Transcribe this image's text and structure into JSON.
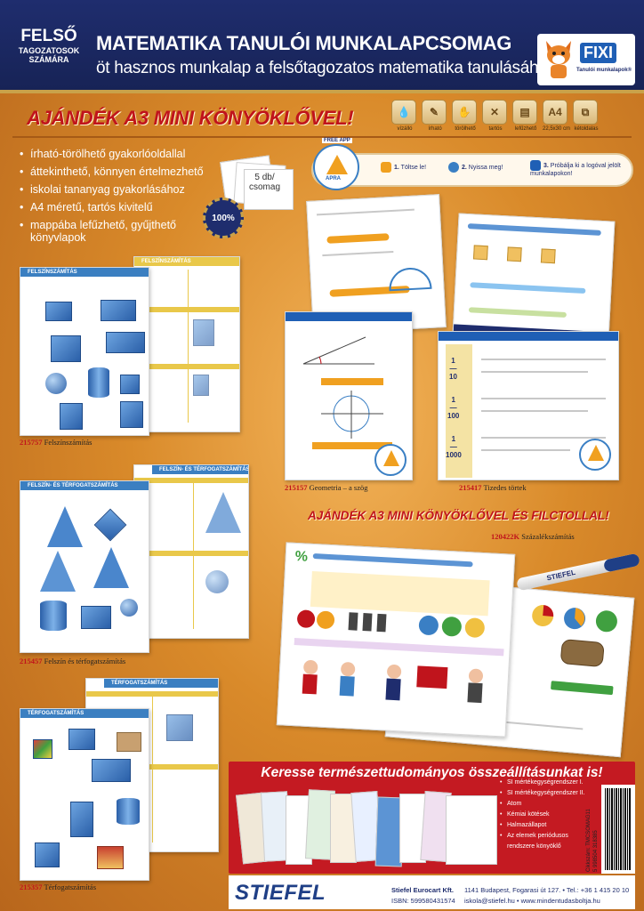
{
  "header": {
    "left_big": "FELSŐ",
    "left_small_1": "TAGOZATOSOK",
    "left_small_2": "SZÁMÁRA",
    "title": "MATEMATIKA TANULÓI MUNKALAPCSOMAG",
    "subtitle": "öt hasznos munkalap a felsőtagozatos matematika tanulásához",
    "brand": "FIXI",
    "brand_tagline": "Tanulói munkalapok®"
  },
  "gift_banner": "AJÁNDÉK A3 MINI KÖNYÖKLŐVEL!",
  "features": [
    {
      "icon": "drop-icon",
      "glyph": "💧",
      "label": "vízálló"
    },
    {
      "icon": "pen-icon",
      "glyph": "✎",
      "label": "írható"
    },
    {
      "icon": "wipe-icon",
      "glyph": "✋",
      "label": "törölhető"
    },
    {
      "icon": "durable-icon",
      "glyph": "✕",
      "label": "tartós"
    },
    {
      "icon": "binder-icon",
      "glyph": "▤",
      "label": "lefűzhető"
    },
    {
      "icon": "a4-icon",
      "glyph": "A4",
      "label": "22,5x30 cm"
    },
    {
      "icon": "two-sided-icon",
      "glyph": "⧉",
      "label": "kétoldalas"
    }
  ],
  "bullets": [
    "írható-törölhető gyakorlóoldallal",
    "áttekinthető, könnyen értelmezhető",
    "iskolai tananyag gyakorlásához",
    "A4 méretű, tartós kivitelű",
    "mappába lefűzhető, gyűjthető",
    "könyvlapok"
  ],
  "stack_label_1": "5 db/",
  "stack_label_2": "csomag",
  "seal_text": "100%",
  "app": {
    "badge_top": "FREE APP",
    "badge_name": "APRA",
    "steps": [
      {
        "num": "1.",
        "text": "Töltse le!"
      },
      {
        "num": "2.",
        "text": "Nyissa meg!"
      },
      {
        "num": "3.",
        "text": "Próbálja ki a logóval jelölt munkalapokon!"
      }
    ]
  },
  "sheets": [
    {
      "title": "FELSZÍNSZÁMÍTÁS",
      "code": "215757",
      "name": "Felszínszámítás"
    },
    {
      "title": "FELSZÍN- ÉS TÉRFOGATSZÁMÍTÁS",
      "code": "215457",
      "name": "Felszín és térfogatszámítás"
    },
    {
      "title": "TÉRFOGATSZÁMÍTÁS",
      "code": "215357",
      "name": "Térfogatszámítás"
    },
    {
      "title": "",
      "code": "215157",
      "name": "Geometria – a szög"
    },
    {
      "title": "",
      "code": "215417",
      "name": "Tizedes törtek"
    },
    {
      "title": "",
      "code": "120422K",
      "name": "Százalékszámítás"
    }
  ],
  "sheet_labels": {
    "tizedes_1": "1",
    "tizedes_10": "10",
    "tizedes_100": "100",
    "tizedes_1000": "1000"
  },
  "gift_banner_2": "AJÁNDÉK A3 MINI KÖNYÖKLŐVEL ÉS FILCTOLLAL!",
  "pen_brand": "STIEFEL",
  "promo": {
    "title": "Keresse természettudományos összeállításunkat is!",
    "items": [
      "SI mértékegységrendszer I.",
      "SI mértékegységrendszer II.",
      "Atom",
      "Kémiai kötések",
      "Halmazállapot",
      "Az elemek periódusos",
      "rendszere könyöklő"
    ]
  },
  "barcode": {
    "number": "5 998504 318385",
    "article": "Cikkszám: TMCSOMAG11"
  },
  "footer": {
    "logo": "STIEFEL",
    "company": "Stiefel Eurocart Kft.",
    "address": "1141 Budapest, Fogarasi út 127. • Tel.: +36 1 415 20 10",
    "isbn": "ISBN: 599580431574",
    "email": "iskola@stiefel.hu • www.mindentudasboltja.hu"
  },
  "colors": {
    "navy": "#1f2d6e",
    "gold": "#c9a24a",
    "accent_red": "#c0141c",
    "promo_red": "#c41a22",
    "shape_blue": "#2a5fa8"
  }
}
